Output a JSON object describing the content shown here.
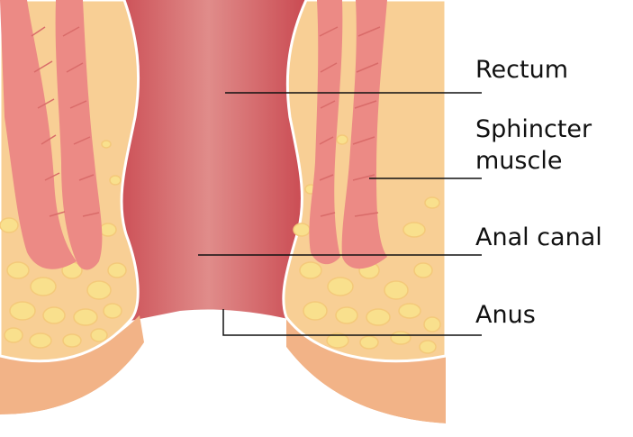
{
  "diagram": {
    "labels": {
      "rectum": "Rectum",
      "sphincter_line1": "Sphincter",
      "sphincter_line2": "muscle",
      "anal_canal": "Anal canal",
      "anus": "Anus"
    },
    "colors": {
      "canal": "#d9575e",
      "canal_highlight": "#e59491",
      "muscle": "#ec8a85",
      "muscle_stripe": "#d96b69",
      "tissue": "#f8cf95",
      "fat": "#f9e08d",
      "skin": "#f2b387",
      "outline": "#ffffff",
      "leader_line": "#111111"
    }
  }
}
